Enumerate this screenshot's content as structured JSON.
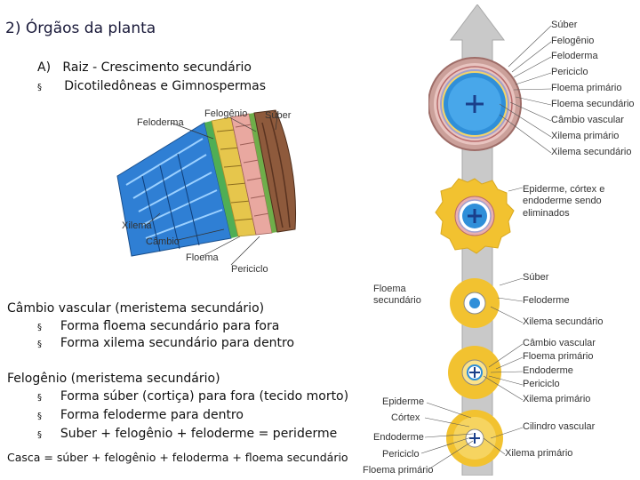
{
  "slide": {
    "title": "2) Órgãos da planta",
    "section_a": {
      "marker": "A)",
      "heading": "Raiz  -  Crescimento secundário",
      "bullet": "§",
      "subheading": "Dicotiledôneas e Gimnospermas"
    },
    "cambio": {
      "heading": "Câmbio vascular (meristema secundário)",
      "items": [
        "Forma floema secundário para fora",
        "Forma xilema secundário para dentro"
      ]
    },
    "felogenio": {
      "heading": "Felogênio (meristema secundário)",
      "items": [
        "Forma súber (cortiça) para fora (tecido morto)",
        "Forma feloderme para dentro",
        "Suber + felogênio + feloderme = periderme"
      ]
    },
    "casca": "Casca = súber + felogênio + feloderma + floema secundário"
  },
  "wedge_labels": {
    "feloderma": "Feloderma",
    "felogenio": "Felogênio",
    "suber": "Súber",
    "xilema": "Xilema",
    "cambio": "Câmbio",
    "floema": "Floema",
    "periciclo": "Periciclo"
  },
  "right_labels": {
    "top": [
      "Súber",
      "Felogênio",
      "Feloderma",
      "Periciclo",
      "Floema primário",
      "Floema secundário",
      "Câmbio vascular",
      "Xilema primário",
      "Xilema secundário"
    ],
    "middle": [
      "Epiderme, córtex e",
      "endoderme sendo",
      "eliminados"
    ],
    "lower_right": [
      "Súber",
      "Feloderme",
      "Xilema secundário",
      "Câmbio vascular",
      "Floema primário",
      "Endoderme",
      "Periciclo",
      "Xilema primário",
      "Cilindro vascular",
      "Xilema primário"
    ],
    "floema_secundario": [
      "Floema",
      "secundário"
    ],
    "lower_left": [
      "Epiderme",
      "Córtex",
      "Endoderme",
      "Periciclo",
      "Floema primário"
    ]
  },
  "colors": {
    "xylem_blue": "#2f8fd9",
    "phloem_yellow": "#f2c230",
    "cork_brown": "#b9868a",
    "arrow_gray": "#c8c8c8"
  }
}
